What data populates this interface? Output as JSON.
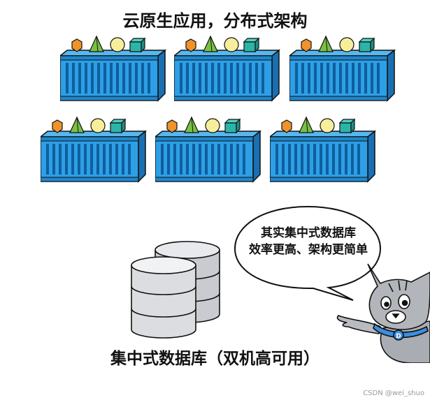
{
  "titles": {
    "top": "云原生应用，分布式架构",
    "bottom": "集中式数据库（双机高可用）"
  },
  "speech_bubble": {
    "line1": "其实集中式数据库",
    "line2": "效率更高、架构更简单"
  },
  "watermark": "CSDN @wei_shuo",
  "colors": {
    "container_blue": "#2d9fe6",
    "container_dark": "#1a6fb3",
    "hexagon_orange": "#f0932b",
    "triangle_green": "#79c043",
    "circle_yellow": "#f6ee9b",
    "cube_teal": "#2bb5a8",
    "database_gray": "#d9dadd",
    "cat_gray": "#a9adb3"
  },
  "icons": [
    "hexagon-shape-icon",
    "pyramid-shape-icon",
    "sphere-shape-icon",
    "cube-shape-icon",
    "database-cylinder-icon",
    "cat-mascot-icon"
  ]
}
